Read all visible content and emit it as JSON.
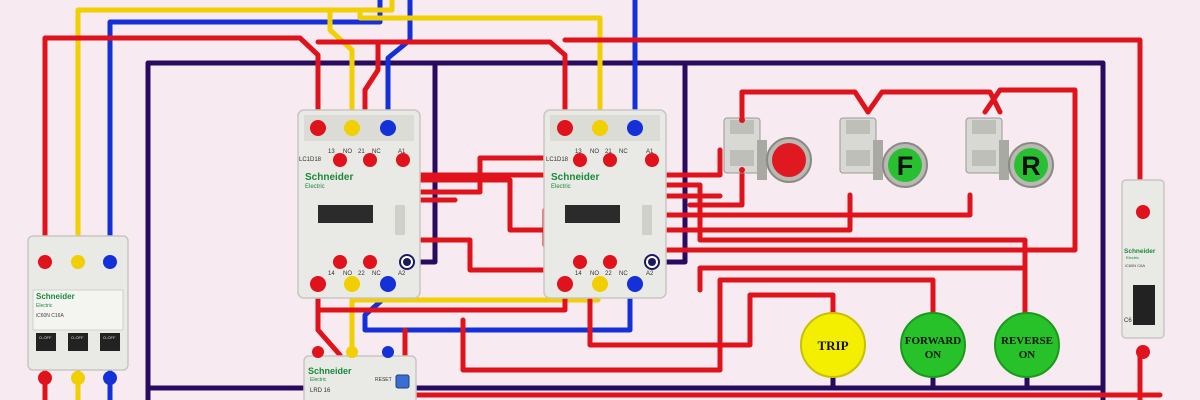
{
  "colors": {
    "background": "#f7eaf0",
    "wire_red": "#e0121c",
    "wire_yellow": "#f2cf00",
    "wire_blue": "#1430d8",
    "wire_purple": "#2a0a5e",
    "lamp_trip": "#f4ee00",
    "lamp_on": "#27c22a",
    "device_body": "#e9e9e6"
  },
  "contactor_left": {
    "brand": "Schneider",
    "sub": "Electric",
    "model": "LC1D18",
    "top_terminals": [
      "13",
      "NO",
      "21",
      "NC",
      "A1"
    ],
    "bottom_terminals": [
      "14",
      "NO",
      "22",
      "NC",
      "A2"
    ]
  },
  "contactor_right": {
    "brand": "Schneider",
    "sub": "Electric",
    "model": "LC1D18",
    "top_terminals": [
      "13",
      "NO",
      "21",
      "NC",
      "A1"
    ],
    "bottom_terminals": [
      "14",
      "NO",
      "22",
      "NC",
      "A2"
    ]
  },
  "breaker_left": {
    "brand": "Schneider",
    "sub": "Electric",
    "model": "iC60N C16A",
    "switch_label": "O-OFF"
  },
  "breaker_right": {
    "brand": "Schneider",
    "sub": "Electric",
    "model": "iC60N C6A",
    "rating": "C6"
  },
  "overload_relay": {
    "brand": "Schneider",
    "sub": "Electric",
    "model": "LRD 16",
    "reset": "RESET"
  },
  "pushbuttons": {
    "stop": "",
    "forward": "F",
    "reverse": "R"
  },
  "lamps": {
    "trip": "TRIP",
    "forward": [
      "FORWARD",
      "ON"
    ],
    "reverse": [
      "REVERSE",
      "ON"
    ]
  },
  "icons": [
    "stop-pushbutton-icon",
    "forward-pushbutton-icon",
    "reverse-pushbutton-icon"
  ]
}
